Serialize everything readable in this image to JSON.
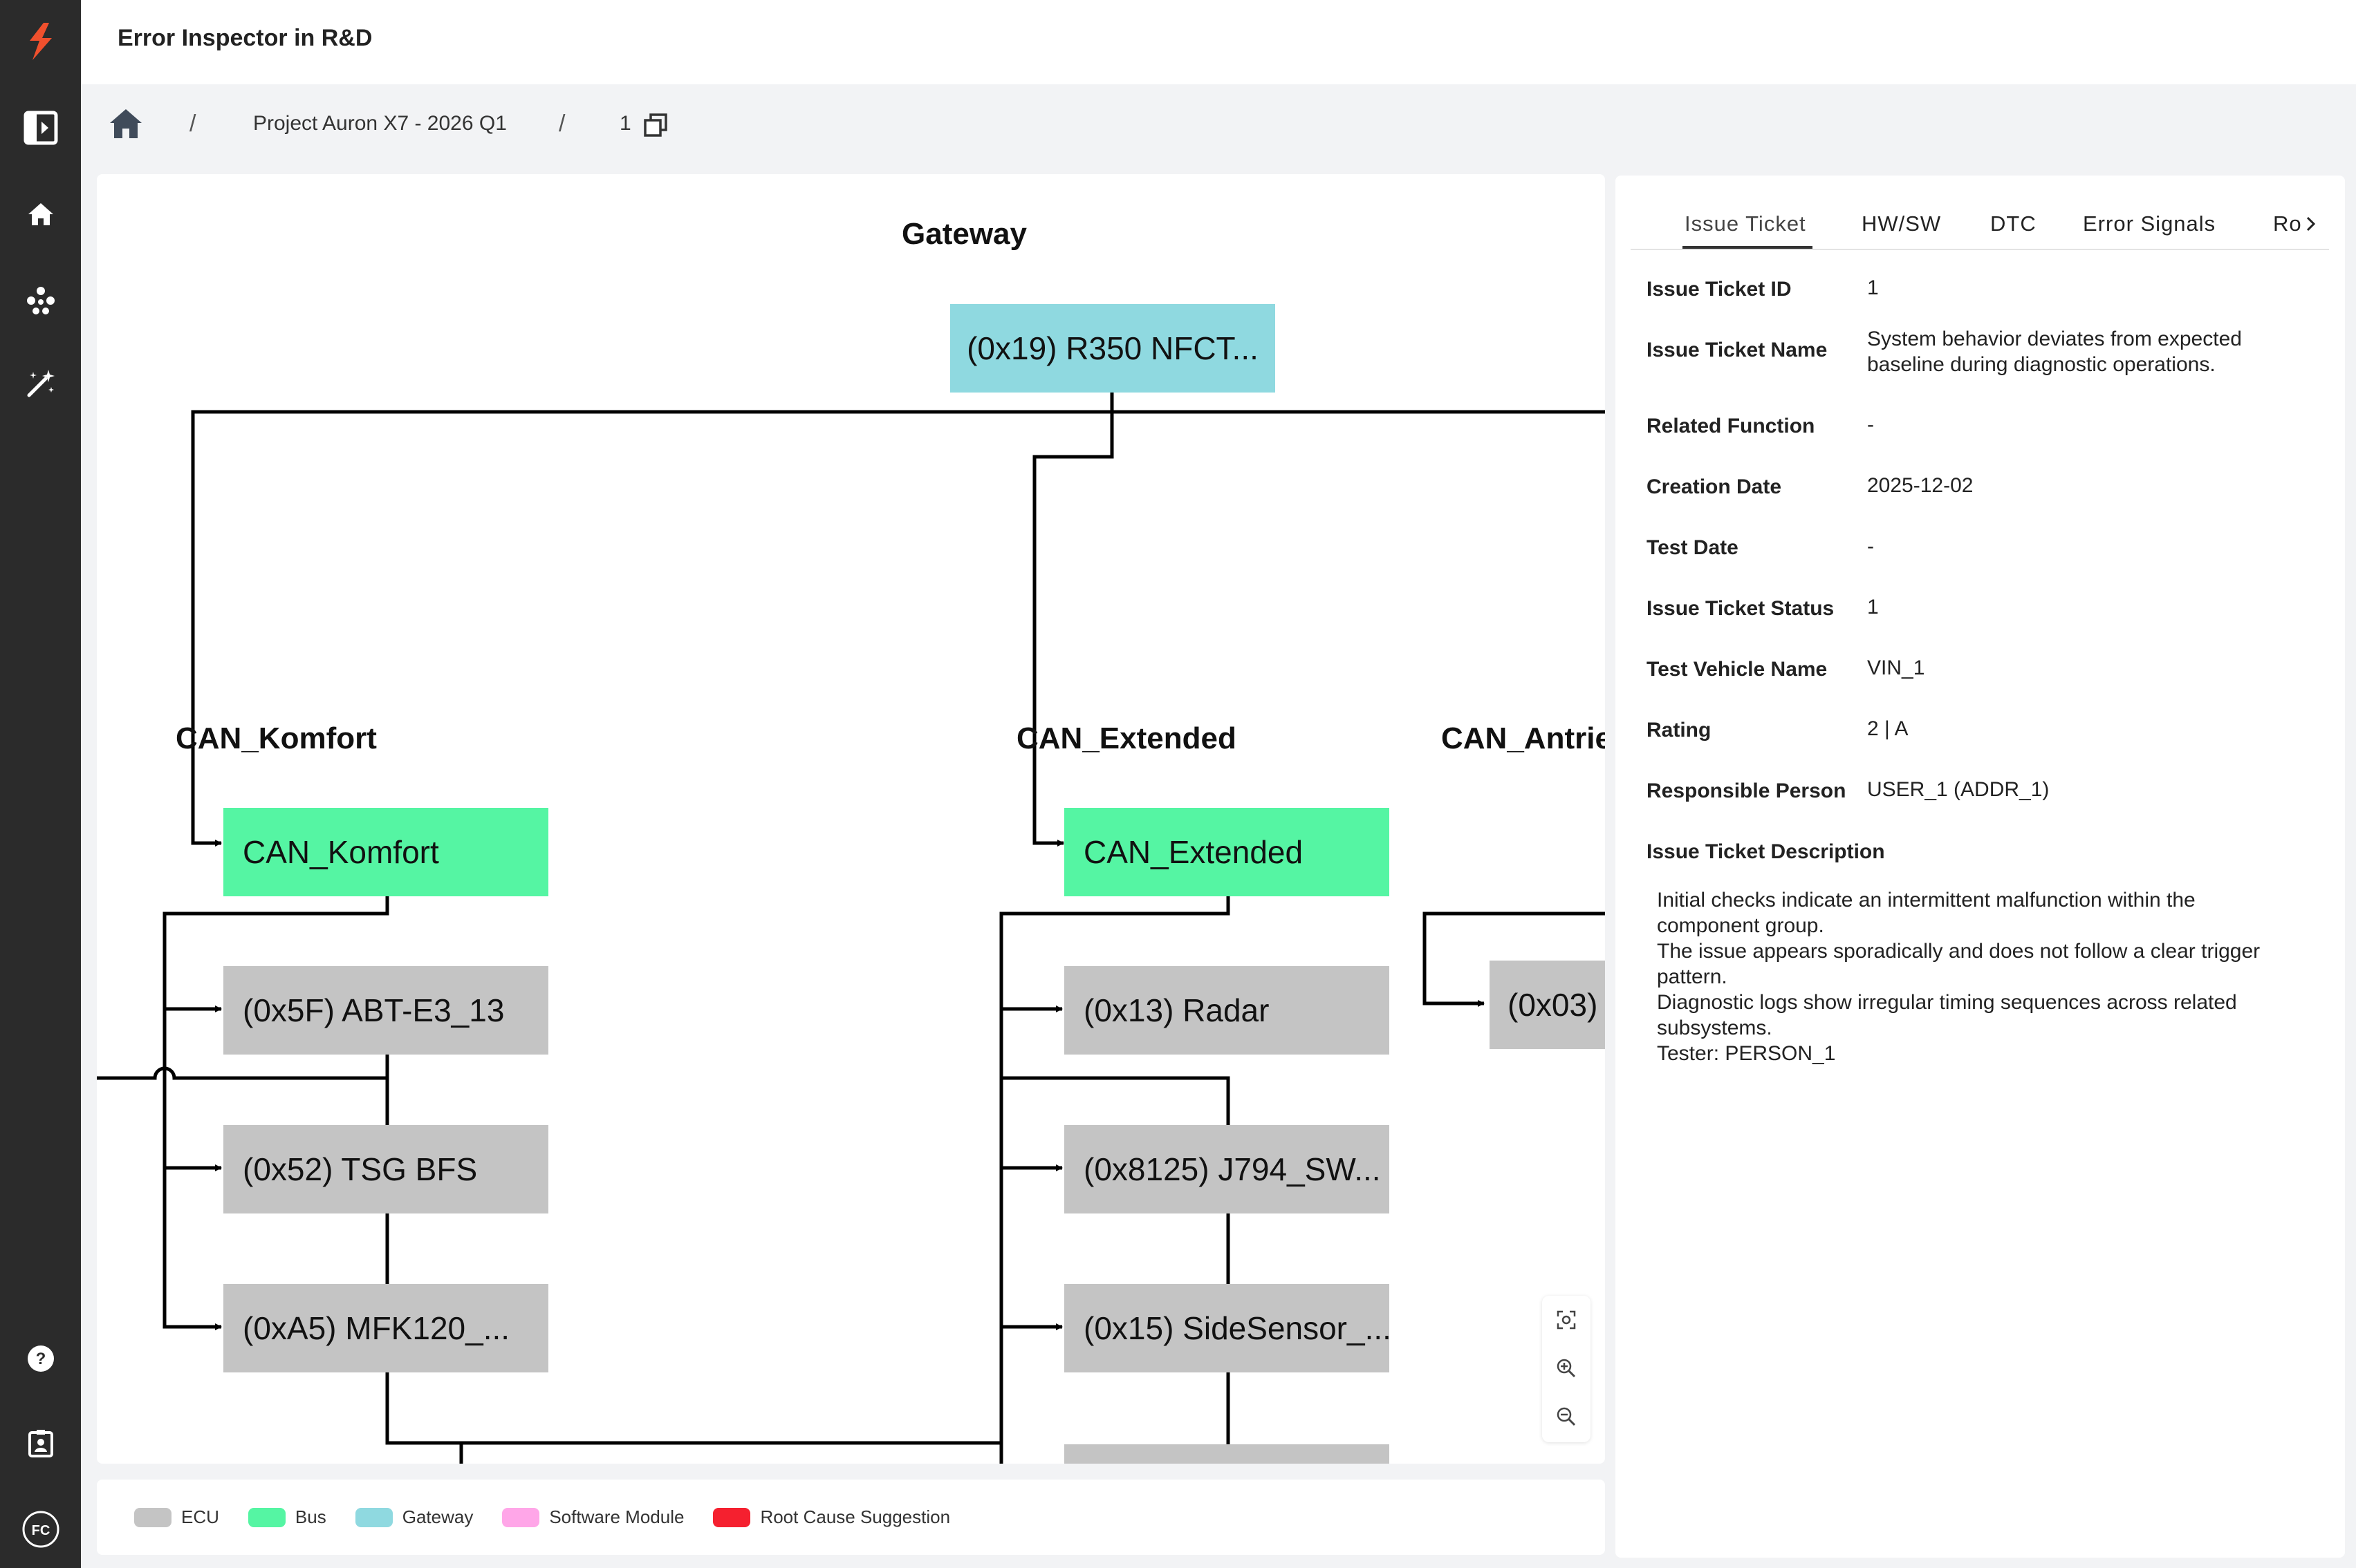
{
  "app": {
    "title": "Error Inspector in R&D",
    "user_initials": "FC"
  },
  "breadcrumb": {
    "separator": "/",
    "project": "Project Auron X7 - 2026 Q1",
    "item_id": "1"
  },
  "diagram": {
    "groups": {
      "gateway": "Gateway",
      "can_komfort": "CAN_Komfort",
      "can_extended": "CAN_Extended",
      "can_antrieb": "CAN_Antrie"
    },
    "nodes": {
      "gateway_node": "(0x19) R350 NFCT...",
      "bus_komfort": "CAN_Komfort",
      "bus_extended": "CAN_Extended",
      "ecu_5f": "(0x5F) ABT-E3_13",
      "ecu_52": "(0x52) TSG BFS",
      "ecu_a5": "(0xA5) MFK120_...",
      "ecu_13": "(0x13) Radar",
      "ecu_8125": "(0x8125) J794_SW...",
      "ecu_15": "(0x15) SideSensor_...",
      "ecu_03": "(0x03)"
    },
    "colors": {
      "ecu": "#c4c4c4",
      "bus": "#55f5a3",
      "gateway": "#8fd9e0"
    }
  },
  "legend": [
    {
      "label": "ECU",
      "color": "#c4c4c4"
    },
    {
      "label": "Bus",
      "color": "#55f5a3"
    },
    {
      "label": "Gateway",
      "color": "#8fd9e0"
    },
    {
      "label": "Software Module",
      "color": "#ffa6e8"
    },
    {
      "label": "Root Cause Suggestion",
      "color": "#f5202f"
    }
  ],
  "details": {
    "tabs": [
      "Issue Ticket",
      "HW/SW",
      "DTC",
      "Error Signals",
      "Ro"
    ],
    "fields": [
      {
        "label": "Issue Ticket ID",
        "value": "1"
      },
      {
        "label": "Issue Ticket Name",
        "value": "System behavior deviates from expected baseline during diagnostic operations."
      },
      {
        "label": "Related Function",
        "value": "-"
      },
      {
        "label": "Creation Date",
        "value": "2025-12-02"
      },
      {
        "label": "Test Date",
        "value": "-"
      },
      {
        "label": "Issue Ticket Status",
        "value": "1"
      },
      {
        "label": "Test Vehicle Name",
        "value": "VIN_1"
      },
      {
        "label": "Rating",
        "value": "2 | A"
      },
      {
        "label": "Responsible Person",
        "value": "USER_1 (ADDR_1)"
      }
    ],
    "description_label": "Issue Ticket Description",
    "description_lines": [
      "Initial checks indicate an intermittent malfunction within the component group.",
      "The issue appears sporadically and does not follow a clear trigger pattern.",
      "Diagnostic logs show irregular timing sequences across related subsystems.",
      "Tester: PERSON_1"
    ]
  }
}
